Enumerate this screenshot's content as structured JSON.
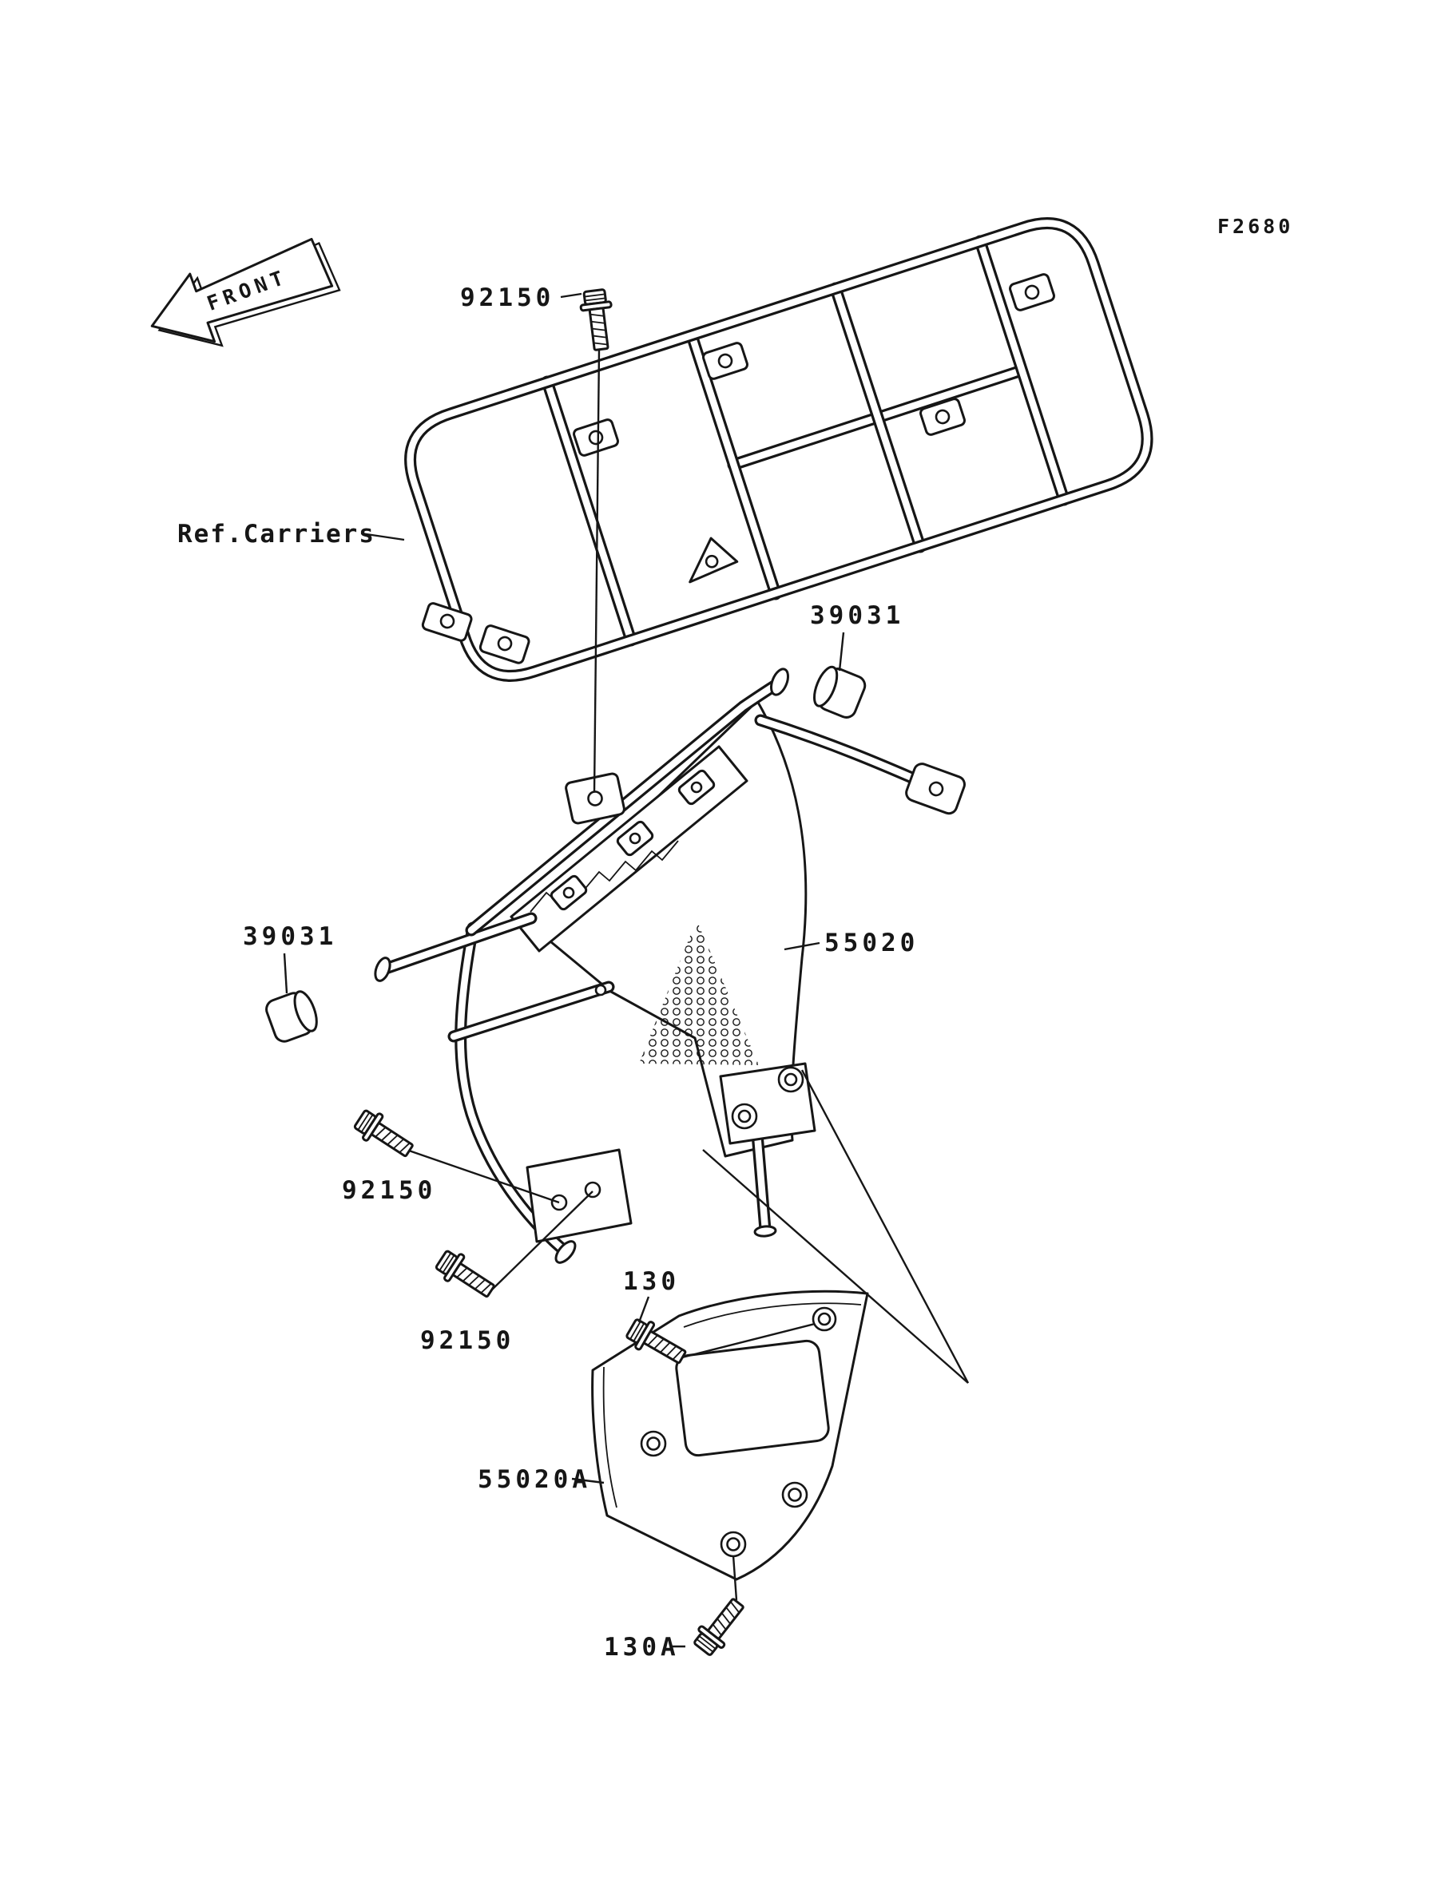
{
  "figure": {
    "code": "F2680",
    "direction_label": "FRONT",
    "reference_label": "Ref.Carriers"
  },
  "parts": {
    "bolt_top": {
      "number": "92150"
    },
    "bolt_mid": {
      "number": "92150"
    },
    "bolt_lower": {
      "number": "92150"
    },
    "cap_right": {
      "number": "39031"
    },
    "cap_left": {
      "number": "39031"
    },
    "guard_frame": {
      "number": "55020"
    },
    "guard_plate": {
      "number": "55020A"
    },
    "plate_bolt_upper": {
      "number": "130"
    },
    "plate_bolt_lower": {
      "number": "130A"
    }
  },
  "colors": {
    "line": "#161616",
    "background": "#ffffff"
  }
}
